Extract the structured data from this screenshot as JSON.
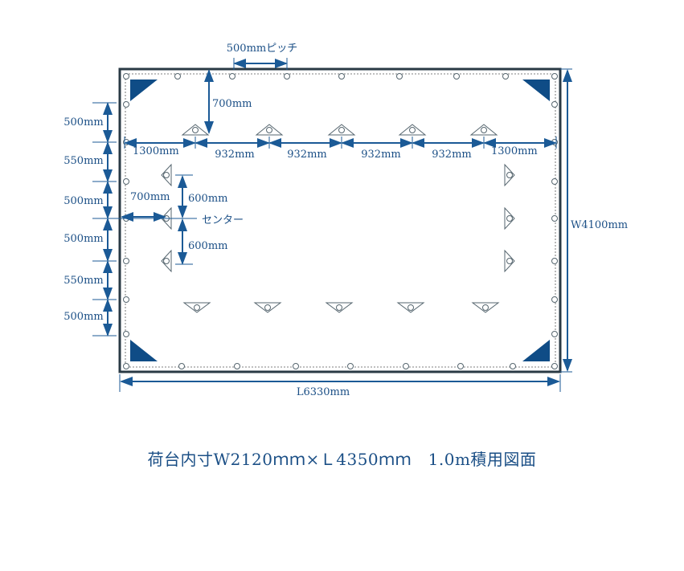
{
  "colors": {
    "dimension": "#1b5a96",
    "frame": "#2a3a45",
    "patch": "#0f4c86",
    "grommet": "#56666f"
  },
  "labels": {
    "pitch": "500mmピッチ",
    "top_offset": "700mm",
    "left_gap": "1300mm",
    "gap": "932mm",
    "right_gap": "1300mm",
    "side_offset": "700mm",
    "upper_600": "600mm",
    "lower_600": "600mm",
    "center": "センター",
    "width": "W4100mm",
    "length": "L6330mm",
    "left_dims": [
      "500mm",
      "550mm",
      "500mm",
      "500mm",
      "550mm",
      "500mm"
    ]
  },
  "caption": "荷台内寸W2120ｍｍ×Ｌ4350ｍｍ　1.0m積用図面"
}
